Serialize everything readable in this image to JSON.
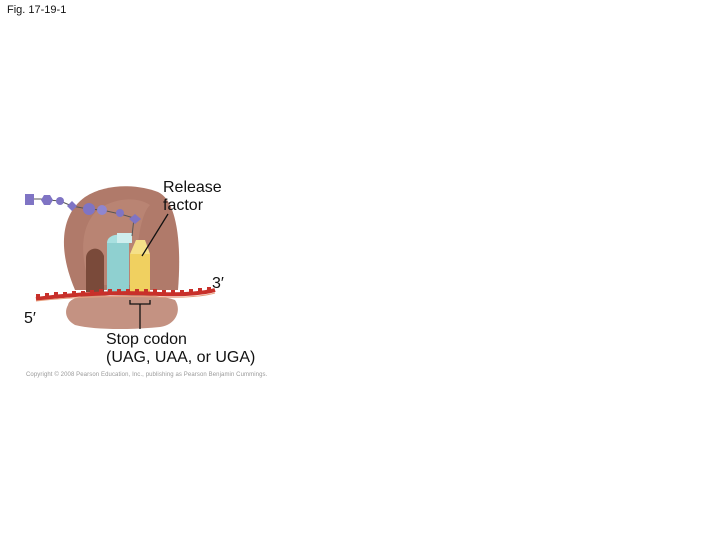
{
  "figure_label": "Fig. 17-19-1",
  "labels": {
    "release_factor": [
      "Release",
      "factor"
    ],
    "three_prime": "3′",
    "five_prime": "5′",
    "stop_codon": [
      "Stop codon",
      "(UAG, UAA, or UGA)"
    ]
  },
  "copyright": "Copyright © 2008 Pearson Education, Inc., publishing as Pearson Benjamin Cummings.",
  "colors": {
    "ribosome_large": "#b07a6a",
    "ribosome_small": "#c49282",
    "trna": "#8fd0d0",
    "release_factor": "#f0d060",
    "mrna": "#c8302a",
    "polypeptide": "#7f74c4"
  }
}
